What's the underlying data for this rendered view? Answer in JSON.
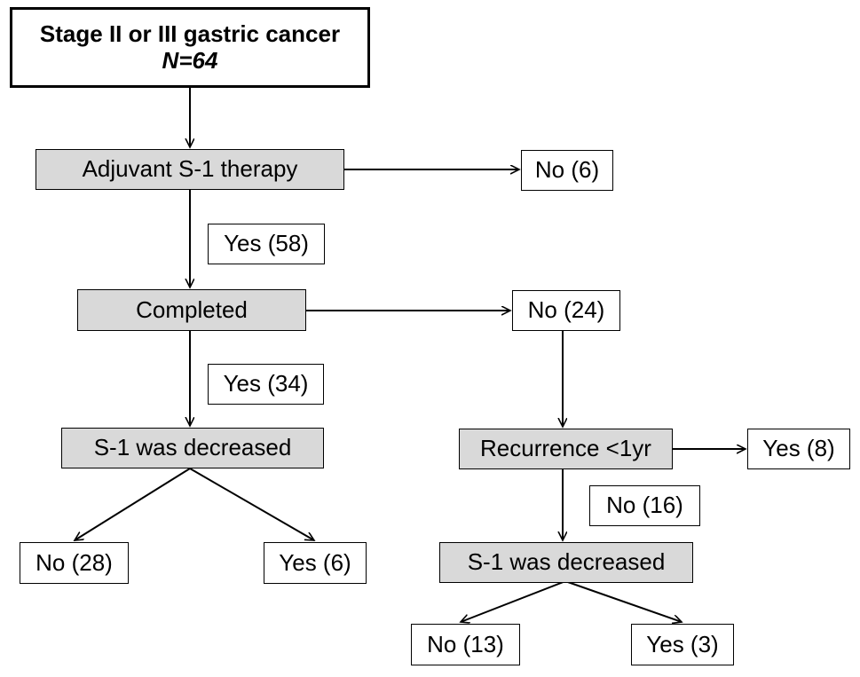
{
  "diagram": {
    "root": {
      "title": "Stage II or III gastric cancer",
      "n": "N=64"
    },
    "adjuvant": "Adjuvant S-1 therapy",
    "adjuvant_no": "No (6)",
    "adjuvant_yes": "Yes (58)",
    "completed": "Completed",
    "completed_no": "No (24)",
    "completed_yes": "Yes (34)",
    "decreased_left": "S-1 was decreased",
    "decreased_left_no": "No (28)",
    "decreased_left_yes": "Yes (6)",
    "recurrence": "Recurrence <1yr",
    "recurrence_yes": "Yes (8)",
    "recurrence_no": "No (16)",
    "decreased_right": "S-1 was decreased",
    "decreased_right_no": "No (13)",
    "decreased_right_yes": "Yes (3)"
  },
  "colors": {
    "process_fill": "#d9d9d9",
    "outcome_fill": "#ffffff",
    "line": "#000000"
  }
}
